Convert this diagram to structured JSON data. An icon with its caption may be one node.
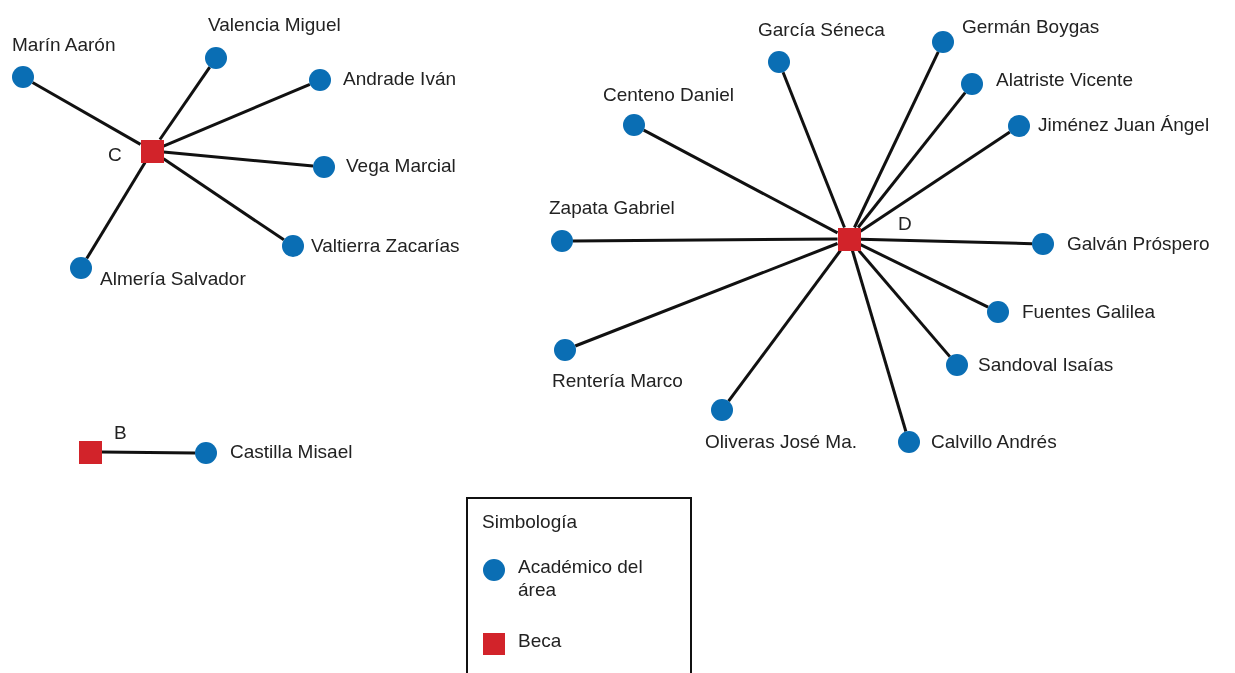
{
  "diagram": {
    "nodes": [
      {
        "text": [],
        "shape": "box",
        "beside": [
          "C"
        ]
      },
      {
        "text": [],
        "shape": "circle",
        "beside": [
          "Marín Aarón"
        ]
      },
      {
        "text": [],
        "shape": "circle",
        "beside": [
          "Valencia Miguel"
        ]
      },
      {
        "text": [],
        "shape": "circle",
        "beside": [
          "Andrade Iván"
        ]
      },
      {
        "text": [],
        "shape": "circle",
        "beside": [
          "Vega Marcial"
        ]
      },
      {
        "text": [],
        "shape": "circle",
        "beside": [
          "Valtierra Zacarías"
        ]
      },
      {
        "text": [],
        "shape": "circle",
        "beside": [
          "Almería Salvador"
        ]
      },
      {
        "text": [],
        "shape": "box",
        "beside": [
          "D"
        ]
      },
      {
        "text": [],
        "shape": "circle",
        "beside": [
          "García Séneca"
        ]
      },
      {
        "text": [],
        "shape": "circle",
        "beside": [
          "Germán Boygas"
        ]
      },
      {
        "text": [],
        "shape": "circle",
        "beside": [
          "Alatriste Vicente"
        ]
      },
      {
        "text": [],
        "shape": "circle",
        "beside": [
          "Jiménez Juan Ángel"
        ]
      },
      {
        "text": [],
        "shape": "circle",
        "beside": [
          "Centeno Daniel"
        ]
      },
      {
        "text": [],
        "shape": "circle",
        "beside": [
          "Zapata Gabriel"
        ]
      },
      {
        "text": [],
        "shape": "circle",
        "beside": [
          "Galván Próspero"
        ]
      },
      {
        "text": [],
        "shape": "circle",
        "beside": [
          "Fuentes Galilea"
        ]
      },
      {
        "text": [],
        "shape": "circle",
        "beside": [
          "Sandoval Isaías"
        ]
      },
      {
        "text": [],
        "shape": "circle",
        "beside": [
          "Calvillo Andrés"
        ]
      },
      {
        "text": [],
        "shape": "circle",
        "beside": [
          "Oliveras José Ma."
        ]
      },
      {
        "text": [],
        "shape": "circle",
        "beside": [
          "Rentería Marco"
        ]
      },
      {
        "text": [],
        "shape": "box",
        "beside": [
          "B"
        ]
      },
      {
        "text": [],
        "shape": "circle",
        "beside": [
          "Castilla Misael"
        ]
      }
    ],
    "edges": [
      {
        "from": 0,
        "to": 1,
        "arrow": "none"
      },
      {
        "from": 0,
        "to": 2,
        "arrow": "none"
      },
      {
        "from": 0,
        "to": 3,
        "arrow": "none"
      },
      {
        "from": 0,
        "to": 4,
        "arrow": "none"
      },
      {
        "from": 0,
        "to": 5,
        "arrow": "none"
      },
      {
        "from": 0,
        "to": 6,
        "arrow": "none"
      },
      {
        "from": 7,
        "to": 8,
        "arrow": "none"
      },
      {
        "from": 7,
        "to": 9,
        "arrow": "none"
      },
      {
        "from": 7,
        "to": 10,
        "arrow": "none"
      },
      {
        "from": 7,
        "to": 11,
        "arrow": "none"
      },
      {
        "from": 7,
        "to": 12,
        "arrow": "none"
      },
      {
        "from": 7,
        "to": 13,
        "arrow": "none"
      },
      {
        "from": 7,
        "to": 14,
        "arrow": "none"
      },
      {
        "from": 7,
        "to": 15,
        "arrow": "none"
      },
      {
        "from": 7,
        "to": 16,
        "arrow": "none"
      },
      {
        "from": 7,
        "to": 17,
        "arrow": "none"
      },
      {
        "from": 7,
        "to": 18,
        "arrow": "none"
      },
      {
        "from": 7,
        "to": 19,
        "arrow": "none"
      },
      {
        "from": 20,
        "to": 21,
        "arrow": "none"
      }
    ],
    "labels": [
      "Simbología"
    ],
    "legend": [
      {
        "text": "Académico del área",
        "color": "#0a6eb4"
      },
      {
        "text": "Beca",
        "color": "#d2232a"
      }
    ]
  }
}
